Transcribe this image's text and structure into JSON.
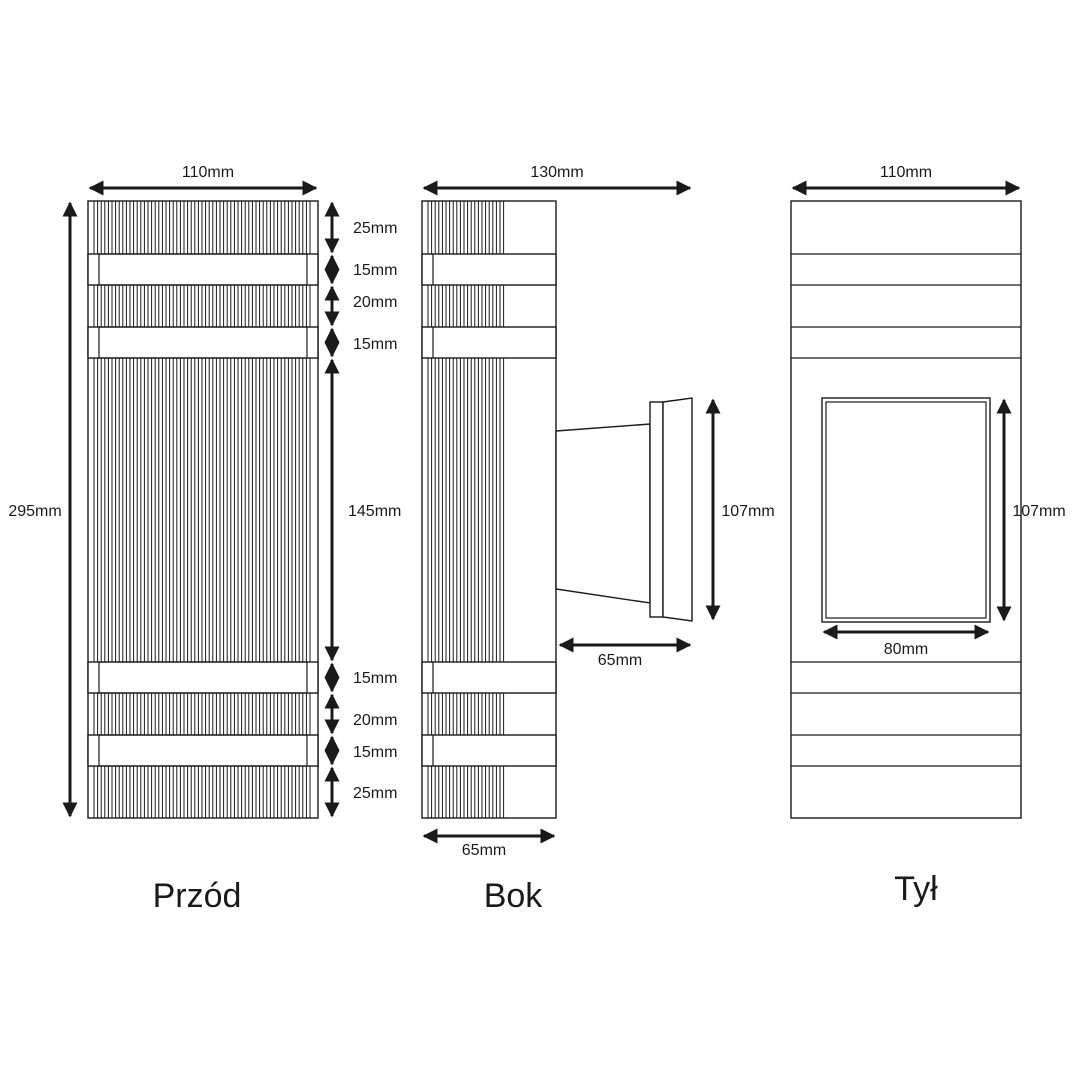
{
  "captions": {
    "front": "Przód",
    "side": "Bok",
    "back": "Tył"
  },
  "front": {
    "width": "110mm",
    "height": "295mm",
    "sections": [
      "25mm",
      "15mm",
      "20mm",
      "15mm",
      "145mm",
      "15mm",
      "20mm",
      "15mm",
      "25mm"
    ]
  },
  "side": {
    "depth": "130mm",
    "body_width": "65mm",
    "mount_height": "107mm",
    "mount_depth": "65mm"
  },
  "back": {
    "width": "110mm",
    "plate_height": "107mm",
    "plate_width": "80mm"
  }
}
